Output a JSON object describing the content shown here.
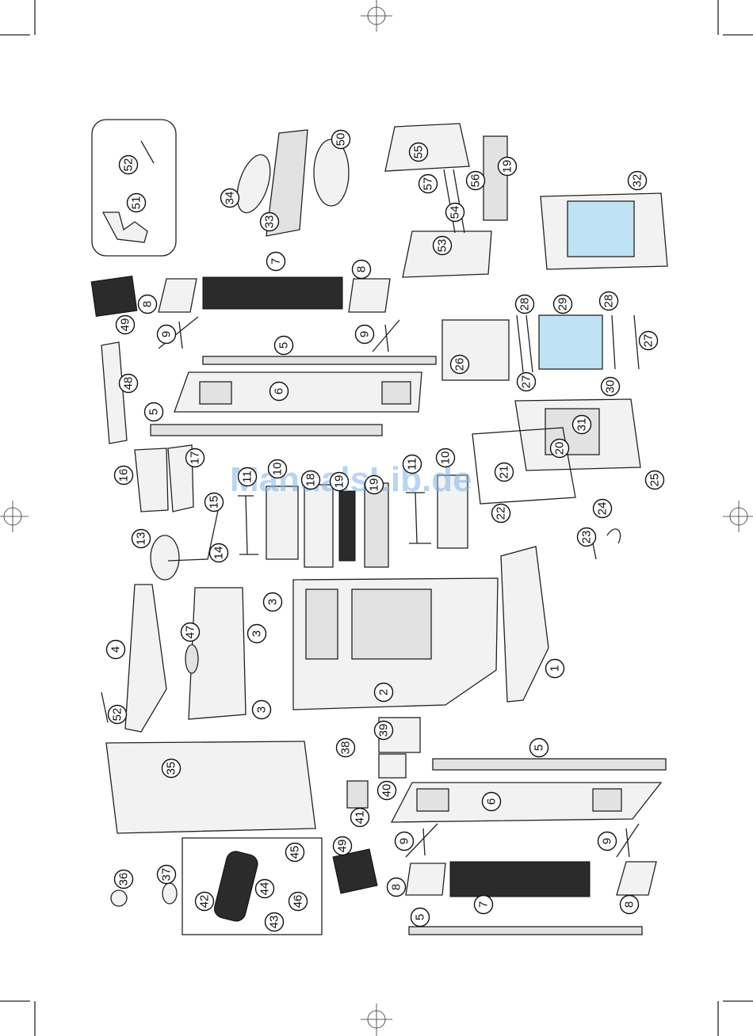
{
  "watermark": "ManualsLib.de",
  "callouts": [
    {
      "label": "52"
    },
    {
      "label": "51"
    },
    {
      "label": "34"
    },
    {
      "label": "33"
    },
    {
      "label": "50"
    },
    {
      "label": "55"
    },
    {
      "label": "57"
    },
    {
      "label": "56"
    },
    {
      "label": "54"
    },
    {
      "label": "53"
    },
    {
      "label": "19"
    },
    {
      "label": "32"
    },
    {
      "label": "49"
    },
    {
      "label": "8"
    },
    {
      "label": "7"
    },
    {
      "label": "8"
    },
    {
      "label": "9"
    },
    {
      "label": "9"
    },
    {
      "label": "5"
    },
    {
      "label": "26"
    },
    {
      "label": "28"
    },
    {
      "label": "29"
    },
    {
      "label": "28"
    },
    {
      "label": "27"
    },
    {
      "label": "27"
    },
    {
      "label": "48"
    },
    {
      "label": "6"
    },
    {
      "label": "5"
    },
    {
      "label": "30"
    },
    {
      "label": "31"
    },
    {
      "label": "20"
    },
    {
      "label": "21"
    },
    {
      "label": "22"
    },
    {
      "label": "25"
    },
    {
      "label": "16"
    },
    {
      "label": "17"
    },
    {
      "label": "11"
    },
    {
      "label": "10"
    },
    {
      "label": "18"
    },
    {
      "label": "19"
    },
    {
      "label": "19"
    },
    {
      "label": "11"
    },
    {
      "label": "10"
    },
    {
      "label": "15"
    },
    {
      "label": "13"
    },
    {
      "label": "14"
    },
    {
      "label": "24"
    },
    {
      "label": "23"
    },
    {
      "label": "4"
    },
    {
      "label": "47"
    },
    {
      "label": "3"
    },
    {
      "label": "3"
    },
    {
      "label": "3"
    },
    {
      "label": "2"
    },
    {
      "label": "1"
    },
    {
      "label": "52"
    },
    {
      "label": "39"
    },
    {
      "label": "38"
    },
    {
      "label": "5"
    },
    {
      "label": "35"
    },
    {
      "label": "40"
    },
    {
      "label": "6"
    },
    {
      "label": "41"
    },
    {
      "label": "49"
    },
    {
      "label": "9"
    },
    {
      "label": "9"
    },
    {
      "label": "45"
    },
    {
      "label": "44"
    },
    {
      "label": "46"
    },
    {
      "label": "42"
    },
    {
      "label": "43"
    },
    {
      "label": "36"
    },
    {
      "label": "37"
    },
    {
      "label": "8"
    },
    {
      "label": "7"
    },
    {
      "label": "8"
    },
    {
      "label": "5"
    }
  ]
}
